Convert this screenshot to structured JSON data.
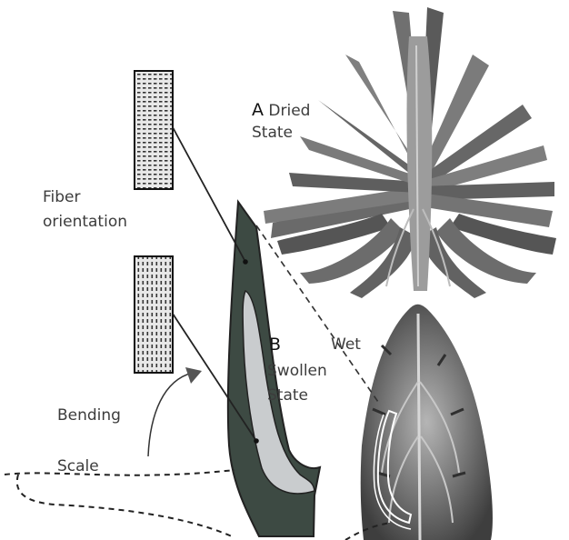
{
  "labels": {
    "a_letter": "A",
    "dried": "Dried",
    "dried_state": "State",
    "b_letter": "B",
    "wet": "Wet",
    "swollen": "Swollen",
    "swollen_state": "State",
    "fiber": "Fiber",
    "orientation": "orientation",
    "bending": "Bending",
    "scale": "Scale"
  },
  "colors": {
    "scale_dark": "#3d4a43",
    "scale_light": "#c9ccce",
    "line": "#222222",
    "photo_dark": "#4a4a4a",
    "photo_light": "#9a9a9a"
  }
}
